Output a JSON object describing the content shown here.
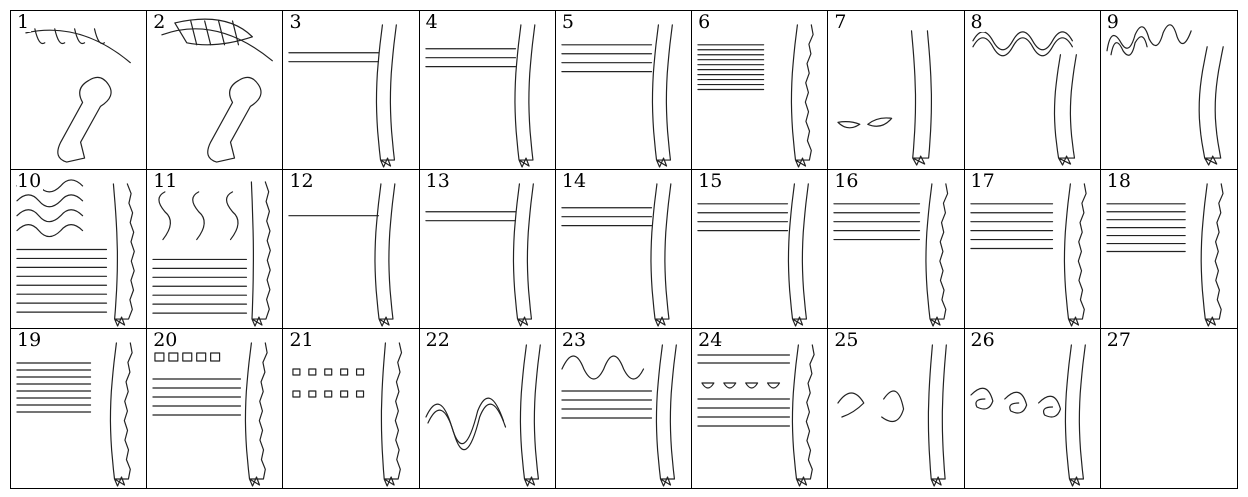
{
  "panels": [
    {
      "label": "1",
      "motif": "arcade-tentacles"
    },
    {
      "label": "2",
      "motif": "arcade-lattice"
    },
    {
      "label": "3",
      "motif": "lines-2"
    },
    {
      "label": "4",
      "motif": "lines-3"
    },
    {
      "label": "5",
      "motif": "lines-4"
    },
    {
      "label": "6",
      "motif": "lines-many-rough"
    },
    {
      "label": "7",
      "motif": "two-cups"
    },
    {
      "label": "8",
      "motif": "wavy-band"
    },
    {
      "label": "9",
      "motif": "loops-band"
    },
    {
      "label": "10",
      "motif": "wave-stack-lines"
    },
    {
      "label": "11",
      "motif": "s-hooks-lines"
    },
    {
      "label": "12",
      "motif": "lines-1"
    },
    {
      "label": "13",
      "motif": "lines-2"
    },
    {
      "label": "14",
      "motif": "lines-3"
    },
    {
      "label": "15",
      "motif": "lines-4"
    },
    {
      "label": "16",
      "motif": "lines-5"
    },
    {
      "label": "17",
      "motif": "lines-6"
    },
    {
      "label": "18",
      "motif": "lines-7"
    },
    {
      "label": "19",
      "motif": "lines-8"
    },
    {
      "label": "20",
      "motif": "squares-lines"
    },
    {
      "label": "21",
      "motif": "squares-grid"
    },
    {
      "label": "22",
      "motif": "broad-waves"
    },
    {
      "label": "23",
      "motif": "waves-lines"
    },
    {
      "label": "24",
      "motif": "cups-lines"
    },
    {
      "label": "25",
      "motif": "curl-pair"
    },
    {
      "label": "26",
      "motif": "curl-triple"
    },
    {
      "label": "27",
      "motif": "empty"
    }
  ]
}
